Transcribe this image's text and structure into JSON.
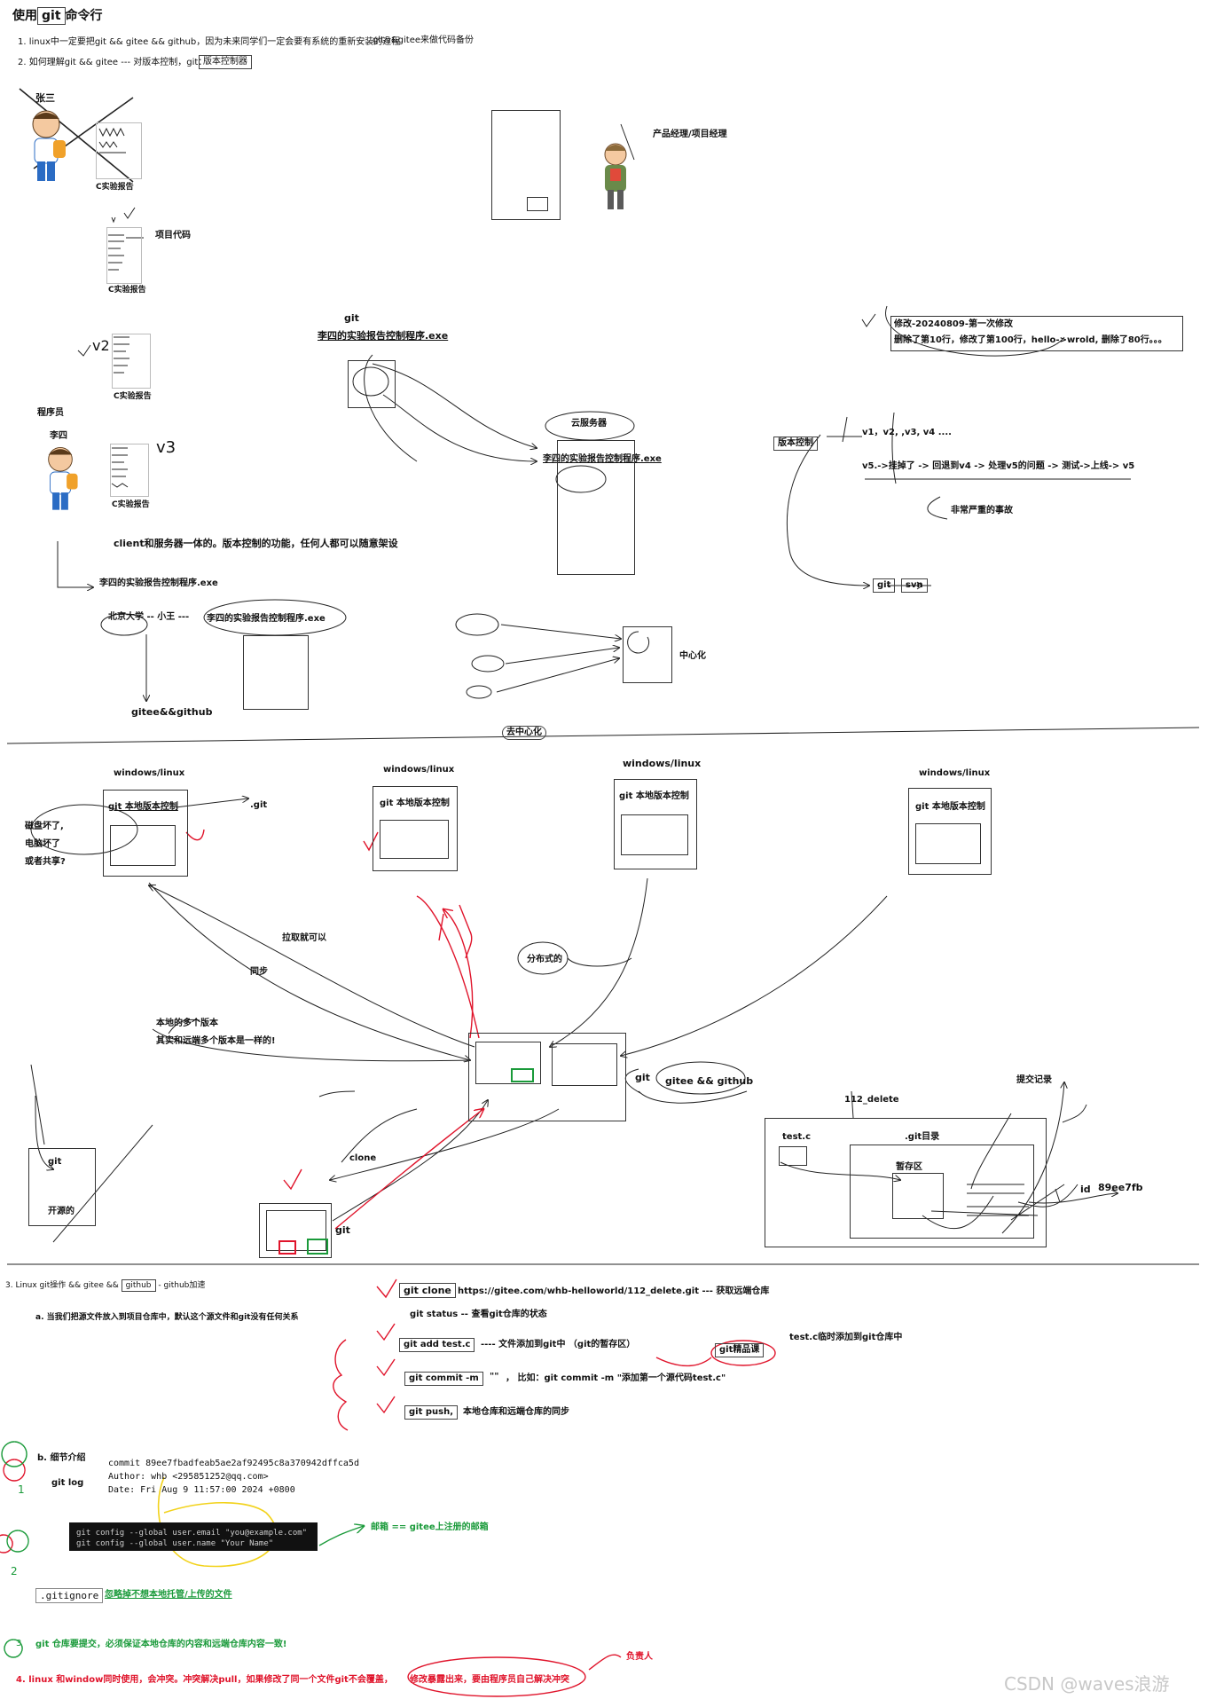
{
  "title": {
    "prefix": "使用",
    "word": "git",
    "suffix": "命令行"
  },
  "intro": {
    "line1": "1. linux中一定要把git && gitee && github，因为未来同学们一定会要有系统的重新安装的过程",
    "line1_side": "git&&gitee来做代码备份",
    "line2": "2. 如何理解git  && gitee  --- 对版本控制，git：",
    "line2_box": "版本控制器"
  },
  "top": {
    "zhangsan": "张三",
    "c_report_1": "C实验报告",
    "project_code": "项目代码",
    "c_report_2": "C实验报告",
    "c_report_3": "C实验报告",
    "c_report_4": "C实验报告",
    "v3": "v3",
    "v2": "v2",
    "programmer": "程序员",
    "lisi": "李四",
    "pm": "产品经理/项目经理",
    "git_label": "git",
    "exe_title": "李四的实验报告控制程序.exe",
    "cloud_server": "云服务器",
    "cloud_exe": "李四的实验报告控制程序.exe",
    "client_server": "client和服务器一体的。版本控制的功能，任何人都可以随意架设",
    "lisi_exe": "李四的实验报告控制程序.exe",
    "pku": "北京大学 -- 小王 ---",
    "pku_exe": "李四的实验报告控制程序.exe",
    "gitee_github": "gitee&&github",
    "centralized": "中心化",
    "decentralized": "去中心化",
    "modify_1": "修改-20240809-第一次修改",
    "modify_2": "删除了第10行，修改了第100行，hello->wrold, 删除了80行。。。",
    "version_control": "版本控制",
    "versions": "v1，v2, ,v3, v4 ....",
    "v5_flow": "v5.->挂掉了 -> 回退到v4  -> 处理v5的问题 -> 测试->上线-> v5",
    "serious": "非常严重的事故",
    "git": "git",
    "svn": "svn"
  },
  "middle": {
    "wl1": "windows/linux",
    "wl2": "windows/linux",
    "wl3": "windows/linux",
    "wl4": "windows/linux",
    "local_vc1": "git 本地版本控制",
    "local_vc2": "git 本地版本控制",
    "local_vc3": "git 本地版本控制",
    "local_vc4": "git 本地版本控制",
    "dot_git": ".git",
    "disk_1": "磁盘坏了,",
    "disk_2": "电脑坏了",
    "disk_3": "或者共享?",
    "pull": "拉取就可以",
    "sync": "同步",
    "distributed": "分布式的",
    "multi_1": "本地的多个版本",
    "multi_2": "其实和远端多个版本是一样的!",
    "git_right": "git",
    "gitee_github": "gitee && github",
    "commit_record": "提交记录",
    "delete112": "112_delete",
    "testc": "test.c",
    "git_dir": ".git目录",
    "staging": "暂存区",
    "id_label": "id",
    "id_val": "89ee7fb",
    "clone": "clone",
    "git_bottom": "git",
    "git_open": "git",
    "open_source": "开源的"
  },
  "bottom": {
    "sec3_a": "3. Linux git操作 && gitee &&",
    "sec3_box": "github",
    "sec3_b": "- github加速",
    "note_a": "a. 当我们把源文件放入到项目仓库中，默认这个源文件和git没有任何关系",
    "clone_cmd": "git clone",
    "clone_desc": "https://gitee.com/whb-helloworld/112_delete.git --- 获取远端仓库",
    "status": "git status -- 查看git仓库的状态",
    "add_cmd": "git add test.c",
    "add_desc": "---- 文件添加到git中  （git的暂存区）",
    "boutique": "git精品课",
    "temp_add": "test.c临时添加到git仓库中",
    "commit_cmd": "git commit -m",
    "commit_quote": "\"\"",
    "commit_desc": "，  比如：git commit -m \"添加第一个源代码test.c\"",
    "push_cmd": "git push,",
    "push_desc": "本地仓库和远端仓库的同步",
    "detail": "b. 细节介绍",
    "git_log": "git log",
    "log_commit": "commit 89ee7fbadfeab5ae2af92495c8a370942dffca5d",
    "log_author": "Author: whb <295851252@qq.com>",
    "log_date": "Date:   Fri Aug 9 11:57:00 2024 +0800",
    "cfg1": "git config --global user.email \"you@example.com\"",
    "cfg2": "git config --global user.name \"Your Name\"",
    "email_note": "邮箱 == gitee上注册的邮箱",
    "gitignore": ".gitignore",
    "gitignore_desc": "忽略掉不想本地托管/上传的文件",
    "rule3": "git 仓库要提交，必须保证本地仓库的内容和远端仓库内容一致!",
    "rule4": "4. linux 和window同时使用，会冲突。冲突解决pull，如果修改了同一个文件git不会覆盖，",
    "rule4_b": "修改暴露出来，要由程序员自己解决冲突",
    "owner": "负责人",
    "n1": "1",
    "n2": "2",
    "n3": "3",
    "watermark": "CSDN @waves浪游"
  },
  "colors": {
    "ink": "#222222",
    "red": "#e0142b",
    "green": "#1a9a3a",
    "yellow": "#f2d21b",
    "term_bg": "#111111"
  }
}
